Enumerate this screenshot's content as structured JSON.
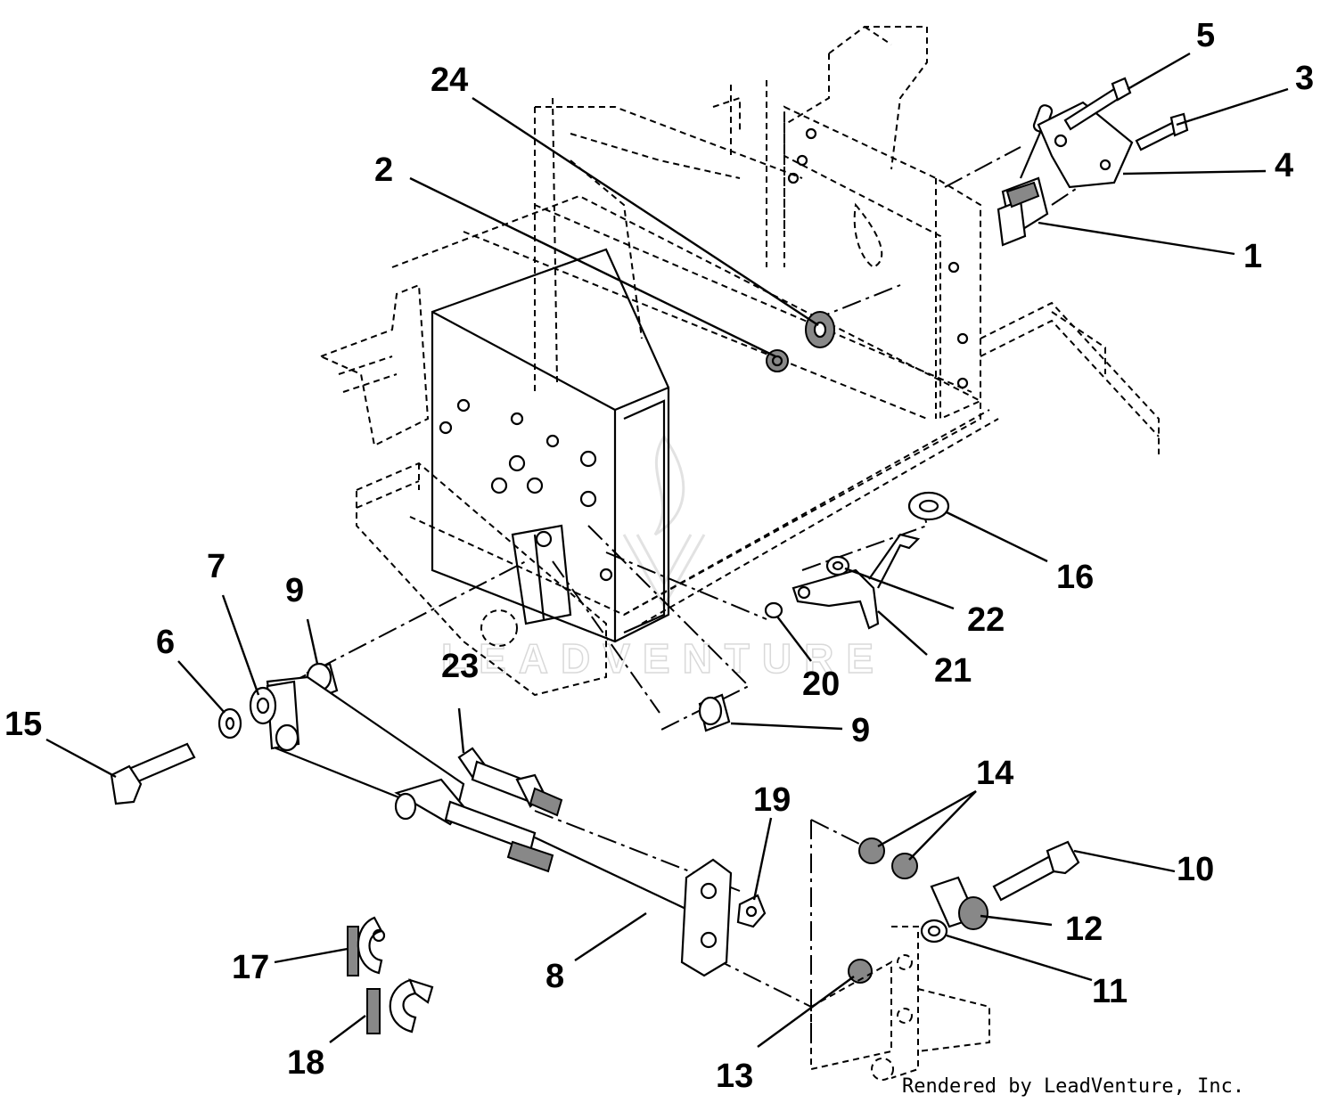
{
  "watermark": "LEADVENTURE",
  "credit": "Rendered by LeadVenture, Inc.",
  "callouts": [
    {
      "id": "c1",
      "label": "1"
    },
    {
      "id": "c2",
      "label": "2"
    },
    {
      "id": "c3",
      "label": "3"
    },
    {
      "id": "c4",
      "label": "4"
    },
    {
      "id": "c5",
      "label": "5"
    },
    {
      "id": "c6",
      "label": "6"
    },
    {
      "id": "c7",
      "label": "7"
    },
    {
      "id": "c8",
      "label": "8"
    },
    {
      "id": "c9a",
      "label": "9"
    },
    {
      "id": "c9b",
      "label": "9"
    },
    {
      "id": "c10",
      "label": "10"
    },
    {
      "id": "c11",
      "label": "11"
    },
    {
      "id": "c12",
      "label": "12"
    },
    {
      "id": "c13",
      "label": "13"
    },
    {
      "id": "c14",
      "label": "14"
    },
    {
      "id": "c15",
      "label": "15"
    },
    {
      "id": "c16",
      "label": "16"
    },
    {
      "id": "c17",
      "label": "17"
    },
    {
      "id": "c18",
      "label": "18"
    },
    {
      "id": "c19",
      "label": "19"
    },
    {
      "id": "c20",
      "label": "20"
    },
    {
      "id": "c21",
      "label": "21"
    },
    {
      "id": "c22",
      "label": "22"
    },
    {
      "id": "c23",
      "label": "23"
    },
    {
      "id": "c24",
      "label": "24"
    }
  ]
}
